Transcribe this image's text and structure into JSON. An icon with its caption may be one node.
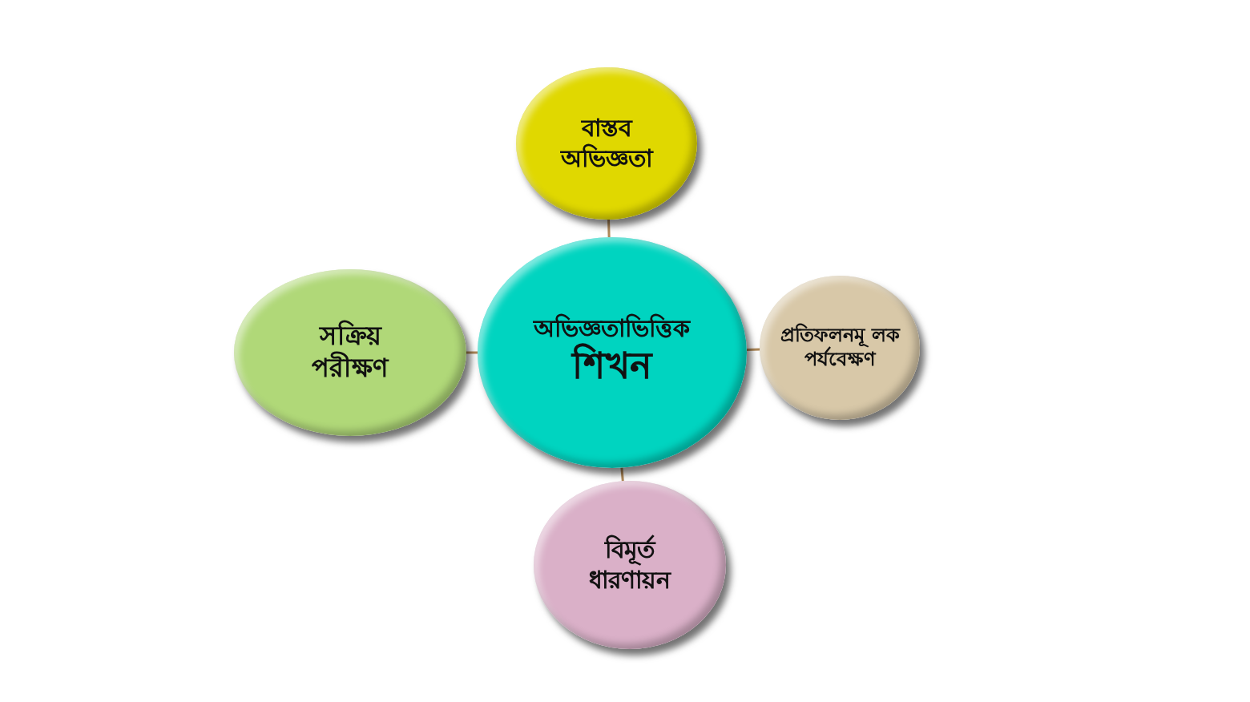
{
  "diagram": {
    "nodes": [
      {
        "text": [
          "বাস্তব অভিজ্ঞতা"
        ]
      },
      {
        "text": [
          "সক্রিয় পরীক্ষণ"
        ]
      },
      {
        "text": [
          "অভিজ্ঞতাভিত্তিক",
          "শিখন"
        ]
      },
      {
        "text": [
          "প্রতিফলনমূ লক পর্যবেক্ষণ"
        ]
      },
      {
        "text": [
          "বিমূর্ত ধারণায়ন"
        ]
      }
    ],
    "edges": [
      {
        "from": 2,
        "to": 0,
        "arrow": "none"
      },
      {
        "from": 2,
        "to": 1,
        "arrow": "none"
      },
      {
        "from": 2,
        "to": 3,
        "arrow": "none"
      },
      {
        "from": 2,
        "to": 4,
        "arrow": "none"
      }
    ]
  }
}
